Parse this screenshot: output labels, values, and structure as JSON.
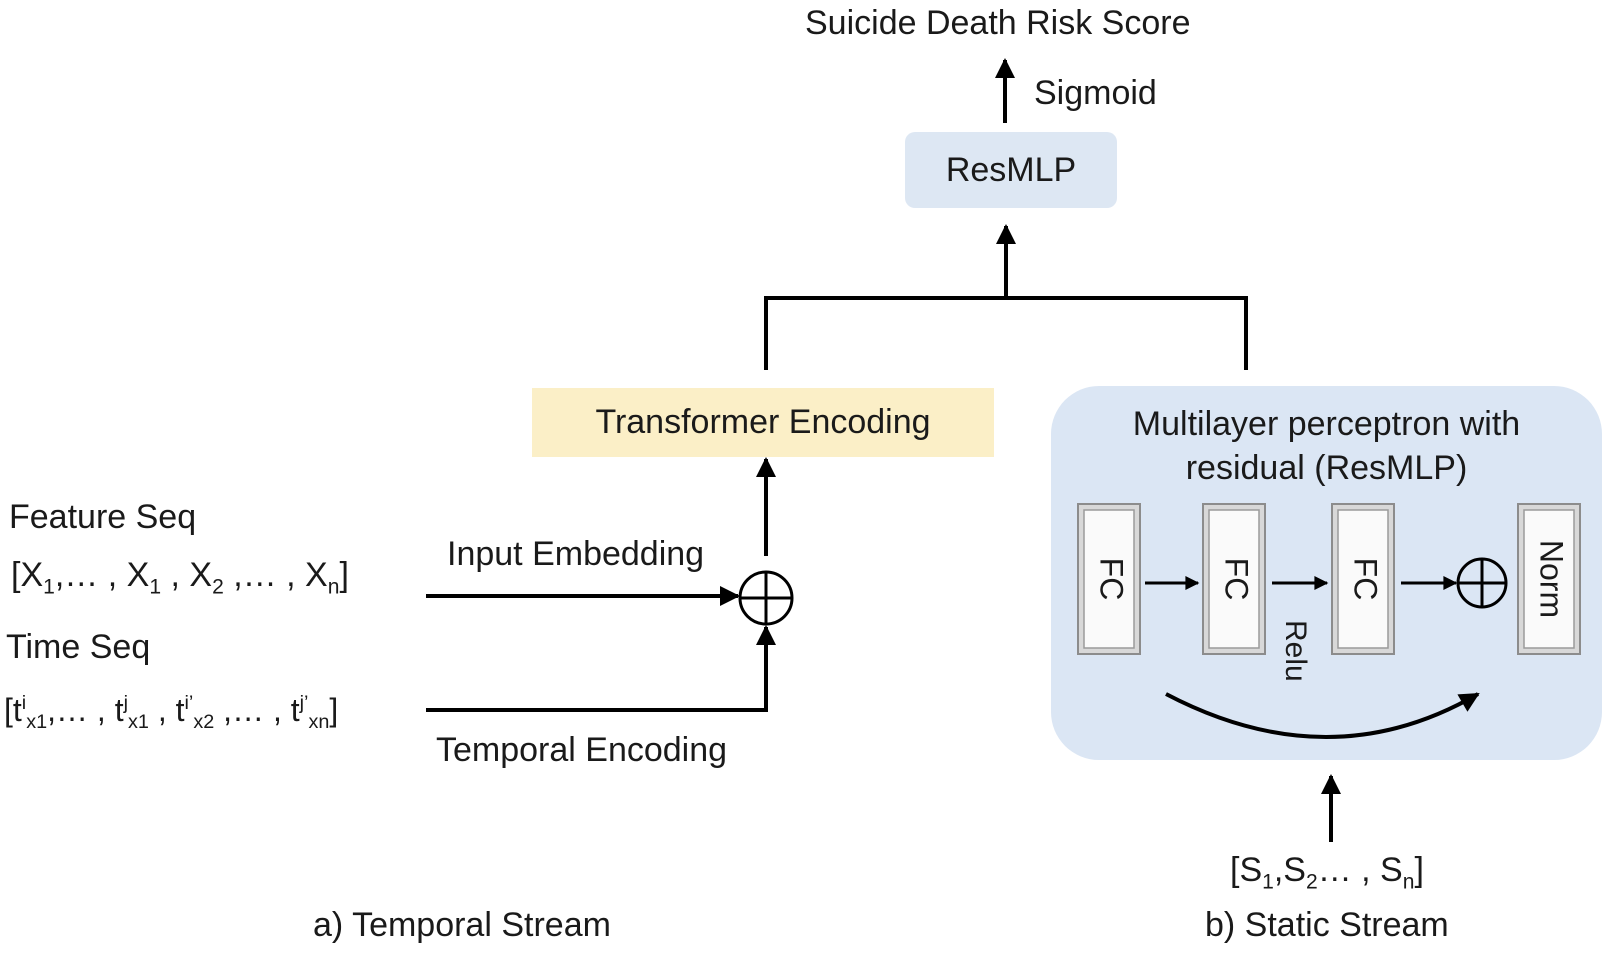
{
  "output": {
    "title": "Suicide Death Risk Score",
    "activation": "Sigmoid",
    "head_block": "ResMLP"
  },
  "temporal": {
    "encoder": "Transformer Encoding",
    "feature_seq_label": "Feature Seq",
    "feature_seq": {
      "open": "[X",
      "s1": "1",
      "a": ",… , X",
      "s2": "1",
      "b": " , X",
      "s3": "2",
      "c": " ,… , X",
      "s4": "n",
      "close": "]"
    },
    "time_seq_label": "Time Seq",
    "time_seq": {
      "p1": "[t",
      "sup1": "i",
      "sub1": "x1",
      "p2": ",… , t",
      "sup2": "j",
      "sub2": "x1",
      "p3": " , t",
      "sup3": "i’",
      "sub3": "x2",
      "p4": " ,… , t",
      "sup4": "j’",
      "sub4": "xn",
      "close": "]"
    },
    "input_embedding": "Input Embedding",
    "temporal_encoding": "Temporal Encoding",
    "caption": "a) Temporal Stream"
  },
  "static": {
    "block_title_line1": "Multilayer perceptron with",
    "block_title_line2": "residual (ResMLP)",
    "layers": [
      "FC",
      "FC",
      "FC",
      "Norm"
    ],
    "activation": "Relu",
    "input": {
      "open": "[S",
      "s1": "1",
      "a": ",S",
      "s2": "2",
      "b": "… , S",
      "s3": "n",
      "close": "]"
    },
    "caption": "b) Static Stream"
  },
  "colors": {
    "resmlp_fill": "#dde7f3",
    "transformer_fill": "#fbefc7",
    "static_block_fill": "#dbe6f4",
    "layer_fill": "#d8d8d8",
    "layer_stroke": "#8c8c8c",
    "line": "#000000"
  }
}
